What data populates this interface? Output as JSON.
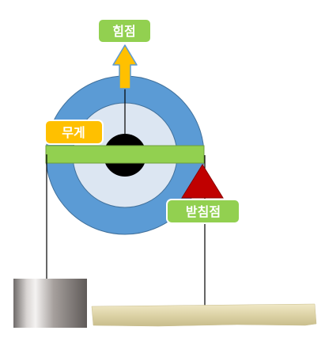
{
  "labels": {
    "effort": "힘점",
    "load": "무게",
    "fulcrum": "받침점"
  },
  "colors": {
    "wheel_outer": "#5b9bd5",
    "wheel_inner": "#dce6f2",
    "axle": "#000000",
    "lever_bar": "#92d050",
    "effort_label_bg": "#92d050",
    "load_label_bg": "#ffc000",
    "fulcrum_label_bg": "#92d050",
    "arrow": "#ffc000",
    "fulcrum_triangle": "#c00000",
    "weight_block": "#8f8a88",
    "ground": "#dcd3a8"
  }
}
